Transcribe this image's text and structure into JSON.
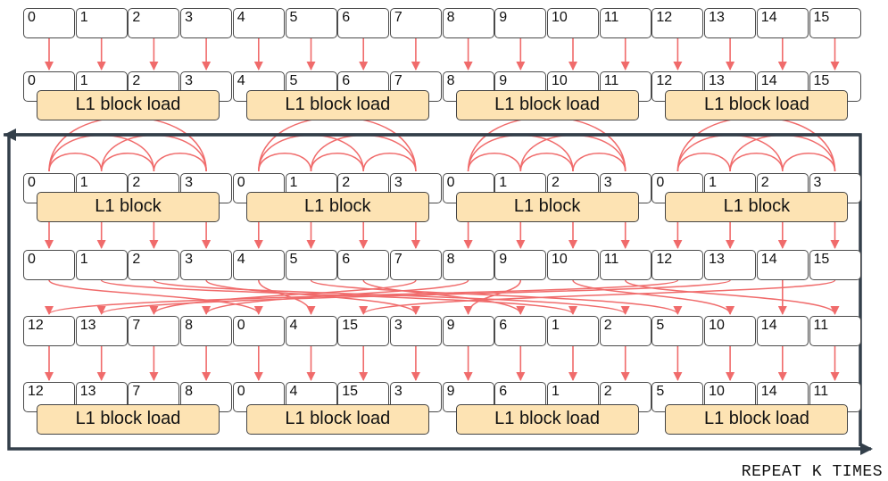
{
  "colors": {
    "arrow": "#f06b6b",
    "block_fill": "#fde3b3",
    "cell_border": "#4a4a4a",
    "frame": "#333f4a"
  },
  "rows": {
    "input": [
      "0",
      "1",
      "2",
      "3",
      "4",
      "5",
      "6",
      "7",
      "8",
      "9",
      "10",
      "11",
      "12",
      "13",
      "14",
      "15"
    ],
    "loaded": [
      "0",
      "1",
      "2",
      "3",
      "4",
      "5",
      "6",
      "7",
      "8",
      "9",
      "10",
      "11",
      "12",
      "13",
      "14",
      "15"
    ],
    "local": [
      "0",
      "1",
      "2",
      "3",
      "0",
      "1",
      "2",
      "3",
      "0",
      "1",
      "2",
      "3",
      "0",
      "1",
      "2",
      "3"
    ],
    "local_out": [
      "0",
      "1",
      "2",
      "3",
      "4",
      "5",
      "6",
      "7",
      "8",
      "9",
      "10",
      "11",
      "12",
      "13",
      "14",
      "15"
    ],
    "permuted": [
      "12",
      "13",
      "7",
      "8",
      "0",
      "4",
      "15",
      "3",
      "9",
      "6",
      "1",
      "2",
      "5",
      "10",
      "14",
      "11"
    ],
    "stored": [
      "12",
      "13",
      "7",
      "8",
      "0",
      "4",
      "15",
      "3",
      "9",
      "6",
      "1",
      "2",
      "5",
      "10",
      "14",
      "11"
    ]
  },
  "blocks": {
    "load_label": "L1 block load",
    "block_label": "L1 block"
  },
  "repeat_label": "REPEAT K TIMES"
}
